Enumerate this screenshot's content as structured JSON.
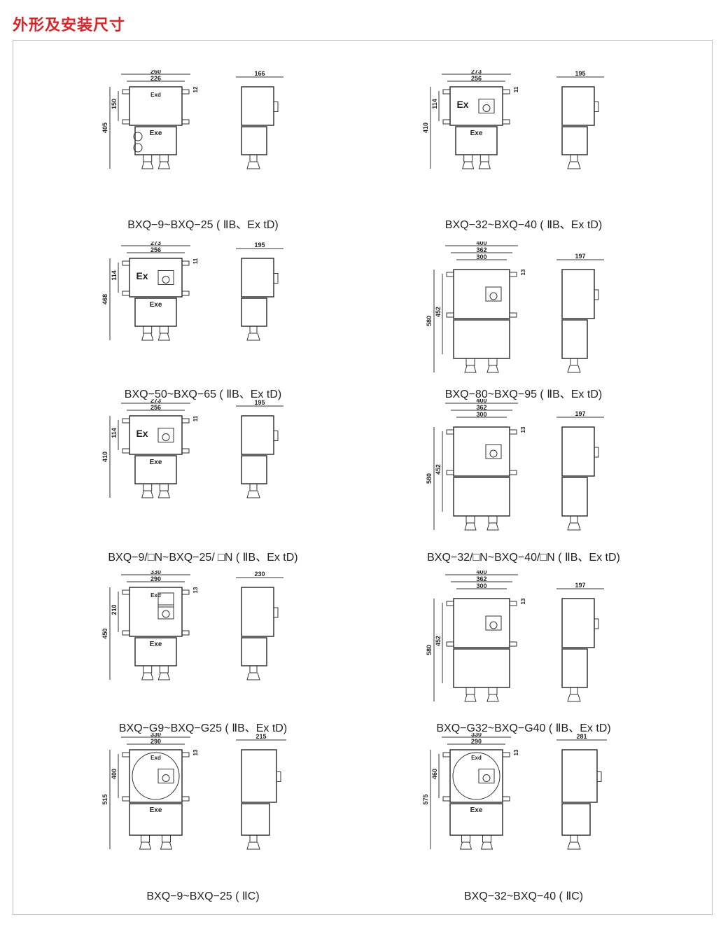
{
  "title": "外形及安装尺寸",
  "cells": [
    {
      "caption": "BXQ−9~BXQ−25 ( ⅡB、Ex tD)",
      "w": [
        "260",
        "226"
      ],
      "small": "12",
      "inner_h": "150",
      "total_h": "405",
      "side": "166",
      "upper": "Exd",
      "lower": "Exe",
      "type": "a"
    },
    {
      "caption": "BXQ−32~BXQ−40 ( ⅡB、Ex tD)",
      "w": [
        "273",
        "256"
      ],
      "small": "11",
      "inner_h": "114",
      "total_h": "410",
      "side": "195",
      "upper": "Ex",
      "lower": "Exe",
      "type": "b"
    },
    {
      "caption": "BXQ−50~BXQ−65 ( ⅡB、Ex tD)",
      "w": [
        "273",
        "256"
      ],
      "small": "11",
      "inner_h": "114",
      "total_h": "468",
      "side": "195",
      "upper": "Ex",
      "lower": "Exe",
      "type": "b"
    },
    {
      "caption": "BXQ−80~BXQ−95 ( ⅡB、Ex tD)",
      "w": [
        "400",
        "362",
        "300"
      ],
      "small": "13",
      "inner_h": "452",
      "total_h": "580",
      "side": "197",
      "upper": "",
      "lower": "",
      "type": "c"
    },
    {
      "caption": "BXQ−9/□N~BXQ−25/ □N ( ⅡB、Ex tD)",
      "w": [
        "273",
        "256"
      ],
      "small": "11",
      "inner_h": "114",
      "total_h": "410",
      "side": "195",
      "upper": "Ex",
      "lower": "Exe",
      "type": "b"
    },
    {
      "caption": "BXQ−32/□N~BXQ−40/□N ( ⅡB、Ex tD)",
      "w": [
        "400",
        "362",
        "300"
      ],
      "small": "13",
      "inner_h": "452",
      "total_h": "580",
      "side": "197",
      "upper": "",
      "lower": "",
      "type": "c"
    },
    {
      "caption": "BXQ−G9~BXQ−G25 ( ⅡB、Ex tD)",
      "w": [
        "330",
        "290"
      ],
      "small": "13",
      "inner_h": "210",
      "total_h": "450",
      "side": "230",
      "upper": "Exd",
      "lower": "Exe",
      "type": "d"
    },
    {
      "caption": "BXQ−G32~BXQ−G40 ( ⅡB、Ex tD)",
      "w": [
        "400",
        "362",
        "300"
      ],
      "small": "13",
      "inner_h": "452",
      "total_h": "580",
      "side": "197",
      "upper": "",
      "lower": "",
      "type": "c"
    },
    {
      "caption": "BXQ−9~BXQ−25 ( ⅡC)",
      "w": [
        "330",
        "290"
      ],
      "small": "13",
      "inner_h": "400",
      "total_h": "515",
      "side": "215",
      "upper": "Exd",
      "lower": "Exe",
      "type": "e"
    },
    {
      "caption": "BXQ−32~BXQ−40 ( ⅡC)",
      "w": [
        "330",
        "290"
      ],
      "small": "13",
      "inner_h": "460",
      "total_h": "575",
      "side": "281",
      "upper": "Exd",
      "lower": "Exe",
      "type": "e"
    }
  ]
}
